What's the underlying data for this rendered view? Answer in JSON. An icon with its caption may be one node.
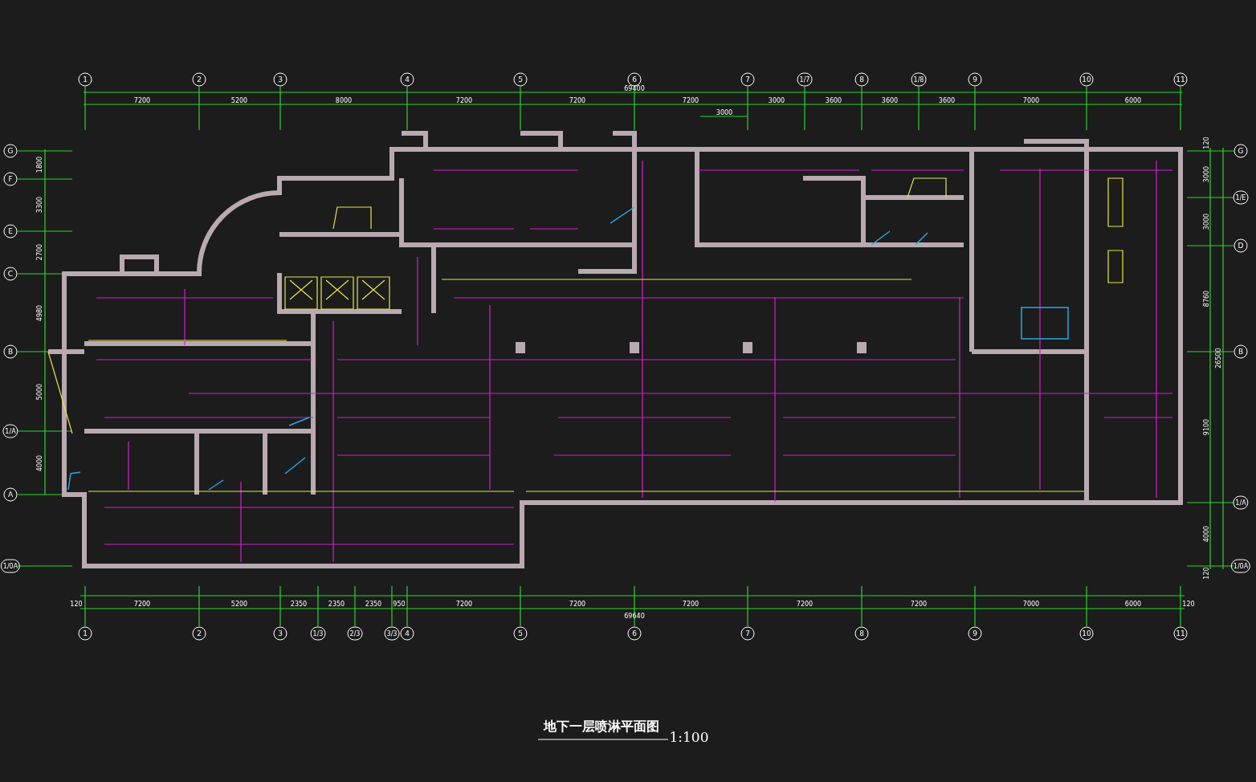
{
  "diagram": {
    "title": "地下一层喷淋平面图",
    "nodes": [
      {
        "text": [
          "1"
        ]
      },
      {
        "text": [
          "2"
        ]
      },
      {
        "text": [
          "3"
        ]
      },
      {
        "text": [
          "4"
        ]
      },
      {
        "text": [
          "5"
        ]
      },
      {
        "text": [
          "6"
        ]
      },
      {
        "text": [
          "7"
        ]
      },
      {
        "text": [
          "1/7"
        ]
      },
      {
        "text": [
          "8"
        ]
      },
      {
        "text": [
          "1/8"
        ]
      },
      {
        "text": [
          "9"
        ]
      },
      {
        "text": [
          "10"
        ]
      },
      {
        "text": [
          "11"
        ]
      },
      {
        "text": [
          "G"
        ]
      },
      {
        "text": [
          "F"
        ]
      },
      {
        "text": [
          "E"
        ]
      },
      {
        "text": [
          "C"
        ]
      },
      {
        "text": [
          "B"
        ]
      },
      {
        "text": [
          "1/A"
        ]
      },
      {
        "text": [
          "A"
        ]
      },
      {
        "text": [
          "1/0A"
        ]
      },
      {
        "text": [
          "G"
        ]
      },
      {
        "text": [
          "1/E"
        ]
      },
      {
        "text": [
          "D"
        ]
      },
      {
        "text": [
          "B"
        ]
      },
      {
        "text": [
          "1/A"
        ]
      },
      {
        "text": [
          "1/0A"
        ]
      },
      {
        "text": [
          "1"
        ]
      },
      {
        "text": [
          "2"
        ]
      },
      {
        "text": [
          "3"
        ]
      },
      {
        "text": [
          "1/3"
        ]
      },
      {
        "text": [
          "2/3"
        ]
      },
      {
        "text": [
          "3/3"
        ]
      },
      {
        "text": [
          "4"
        ]
      },
      {
        "text": [
          "5"
        ]
      },
      {
        "text": [
          "6"
        ]
      },
      {
        "text": [
          "7"
        ]
      },
      {
        "text": [
          "8"
        ]
      },
      {
        "text": [
          "9"
        ]
      },
      {
        "text": [
          "10"
        ]
      },
      {
        "text": [
          "11"
        ]
      }
    ],
    "labels": [
      "69400",
      "7200",
      "5200",
      "8000",
      "7200",
      "7200",
      "7200",
      "3000",
      "3600",
      "3600",
      "3600",
      "7000",
      "6000",
      "3000",
      "1800",
      "3300",
      "2700",
      "4980",
      "5000",
      "4000",
      "120",
      "3000",
      "3000",
      "8760",
      "26500",
      "9100",
      "4000",
      "120",
      "120",
      "7200",
      "5200",
      "2350",
      "2350",
      "2350",
      "950",
      "7200",
      "7200",
      "7200",
      "7200",
      "7200",
      "7000",
      "6000",
      "120",
      "69640",
      "1:100"
    ]
  }
}
